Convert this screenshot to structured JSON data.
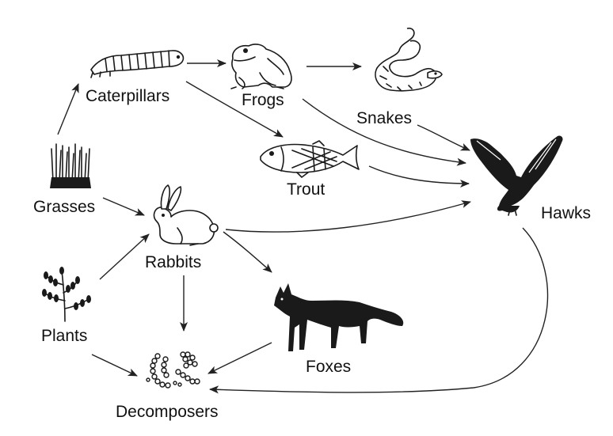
{
  "organisms": {
    "caterpillars": {
      "label": "Caterpillars",
      "icon": "caterpillar-icon"
    },
    "frogs": {
      "label": "Frogs",
      "icon": "frog-icon"
    },
    "snakes": {
      "label": "Snakes",
      "icon": "snake-icon"
    },
    "trout": {
      "label": "Trout",
      "icon": "fish-icon"
    },
    "hawks": {
      "label": "Hawks",
      "icon": "hawk-icon"
    },
    "grasses": {
      "label": "Grasses",
      "icon": "grass-icon"
    },
    "rabbits": {
      "label": "Rabbits",
      "icon": "rabbit-icon"
    },
    "plants": {
      "label": "Plants",
      "icon": "plant-icon"
    },
    "foxes": {
      "label": "Foxes",
      "icon": "fox-icon"
    },
    "decomposers": {
      "label": "Decomposers",
      "icon": "decomposers-icon"
    }
  },
  "links": [
    [
      "grasses",
      "caterpillars"
    ],
    [
      "grasses",
      "rabbits"
    ],
    [
      "caterpillars",
      "frogs"
    ],
    [
      "caterpillars",
      "trout"
    ],
    [
      "frogs",
      "snakes"
    ],
    [
      "frogs",
      "hawks"
    ],
    [
      "snakes",
      "hawks"
    ],
    [
      "trout",
      "hawks"
    ],
    [
      "rabbits",
      "hawks"
    ],
    [
      "rabbits",
      "foxes"
    ],
    [
      "rabbits",
      "decomposers"
    ],
    [
      "plants",
      "rabbits"
    ],
    [
      "plants",
      "decomposers"
    ],
    [
      "foxes",
      "decomposers"
    ],
    [
      "hawks",
      "decomposers"
    ]
  ]
}
